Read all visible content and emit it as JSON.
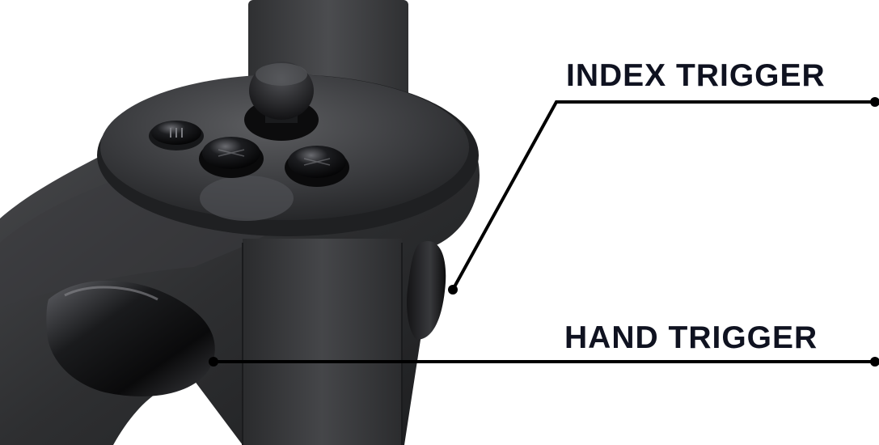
{
  "labels": {
    "index_trigger": "INDEX TRIGGER",
    "hand_trigger": "HAND TRIGGER"
  },
  "colors": {
    "background": "#ffffff",
    "label_text": "#0f1220",
    "leader_line": "#000000",
    "controller_body": "#2c2d2f",
    "controller_strap": "#3a3b3d",
    "button_gloss": "#111214"
  },
  "photo": {
    "subject": "motion controller",
    "components": [
      "strap",
      "thumbstick",
      "menu-button",
      "face-button-a",
      "face-button-b",
      "index-trigger",
      "hand-trigger",
      "thumb-rest"
    ]
  }
}
